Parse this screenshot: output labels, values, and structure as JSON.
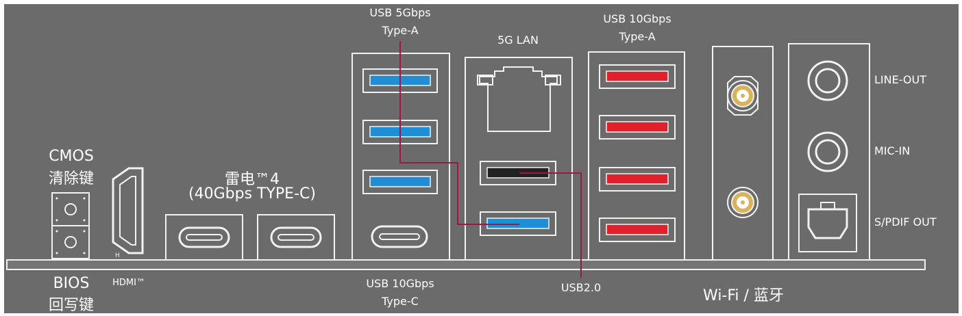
{
  "labels": {
    "cmos_l1": "CMOS",
    "cmos_l2": "清除键",
    "bios_l1": "BIOS",
    "bios_l2": "回写键",
    "hdmi": "HDMI™",
    "tb_l1": "雷电™4",
    "tb_l2": "(40Gbps TYPE-C)",
    "usb5_l1": "USB 5Gbps",
    "usb5_l2": "Type-A",
    "usb10c_l1": "USB 10Gbps",
    "usb10c_l2": "Type-C",
    "lan": "5G LAN",
    "usb2": "USB2.0",
    "usb10a_l1": "USB 10Gbps",
    "usb10a_l2": "Type-A",
    "wifi": "Wi-Fi / 蓝牙",
    "line_out": "LINE-OUT",
    "mic_in": "MIC-IN",
    "spdif": "S/PDIF OUT"
  },
  "colors": {
    "panel_bg": "#6b6b6b",
    "outline": "#f2f2f2",
    "usb_blue": "#1e8fd6",
    "usb_red": "#e0202a",
    "usb_black": "#222222",
    "antenna_gold": "#d8b35a",
    "leader_line": "#a0154a"
  }
}
